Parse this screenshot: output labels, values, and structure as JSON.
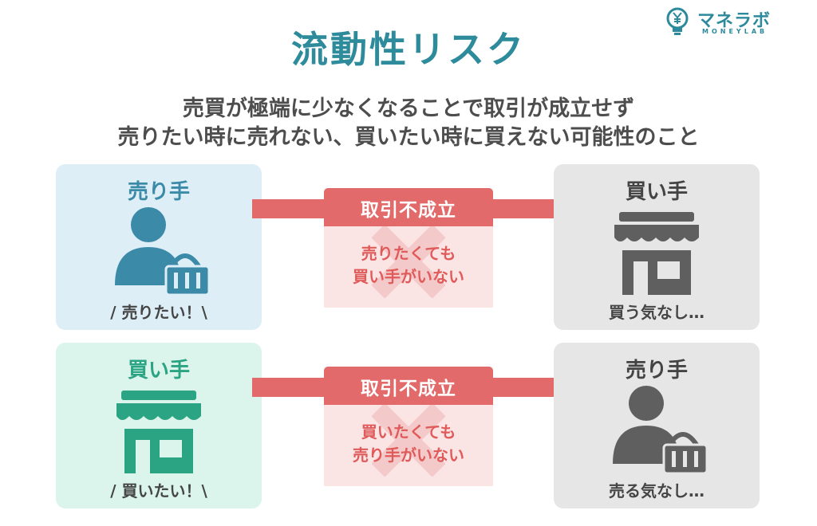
{
  "logo": {
    "name": "マネラボ",
    "sub": "MONEYLAB",
    "icon": "lightbulb-yen-icon"
  },
  "title": "流動性リスク",
  "subtitle": [
    "売買が極端に少なくなることで取引が成立せず",
    "売りたい時に売れない、買いたい時に買えない可能性のこと"
  ],
  "rows": [
    {
      "left": {
        "label": "売り手",
        "caption": "/ 売りたい！\\",
        "icon": "seller-with-basket-icon"
      },
      "arrow_label": "取引不成立",
      "reason": [
        "売りたくても",
        "買い手がいない"
      ],
      "right": {
        "label": "買い手",
        "caption": "買う気なし…",
        "icon": "shop-icon"
      }
    },
    {
      "left": {
        "label": "買い手",
        "caption": "/ 買いたい！\\",
        "icon": "shop-icon"
      },
      "arrow_label": "取引不成立",
      "reason": [
        "買いたくても",
        "売り手がいない"
      ],
      "right": {
        "label": "売り手",
        "caption": "売る気なし…",
        "icon": "seller-with-basket-icon"
      }
    }
  ],
  "colors": {
    "teal": "#2d8b9b",
    "blue_person": "#3b8aa8",
    "green_shop": "#2aa482",
    "gray_icon": "#5f5f5f",
    "red": "#e36a6a"
  }
}
